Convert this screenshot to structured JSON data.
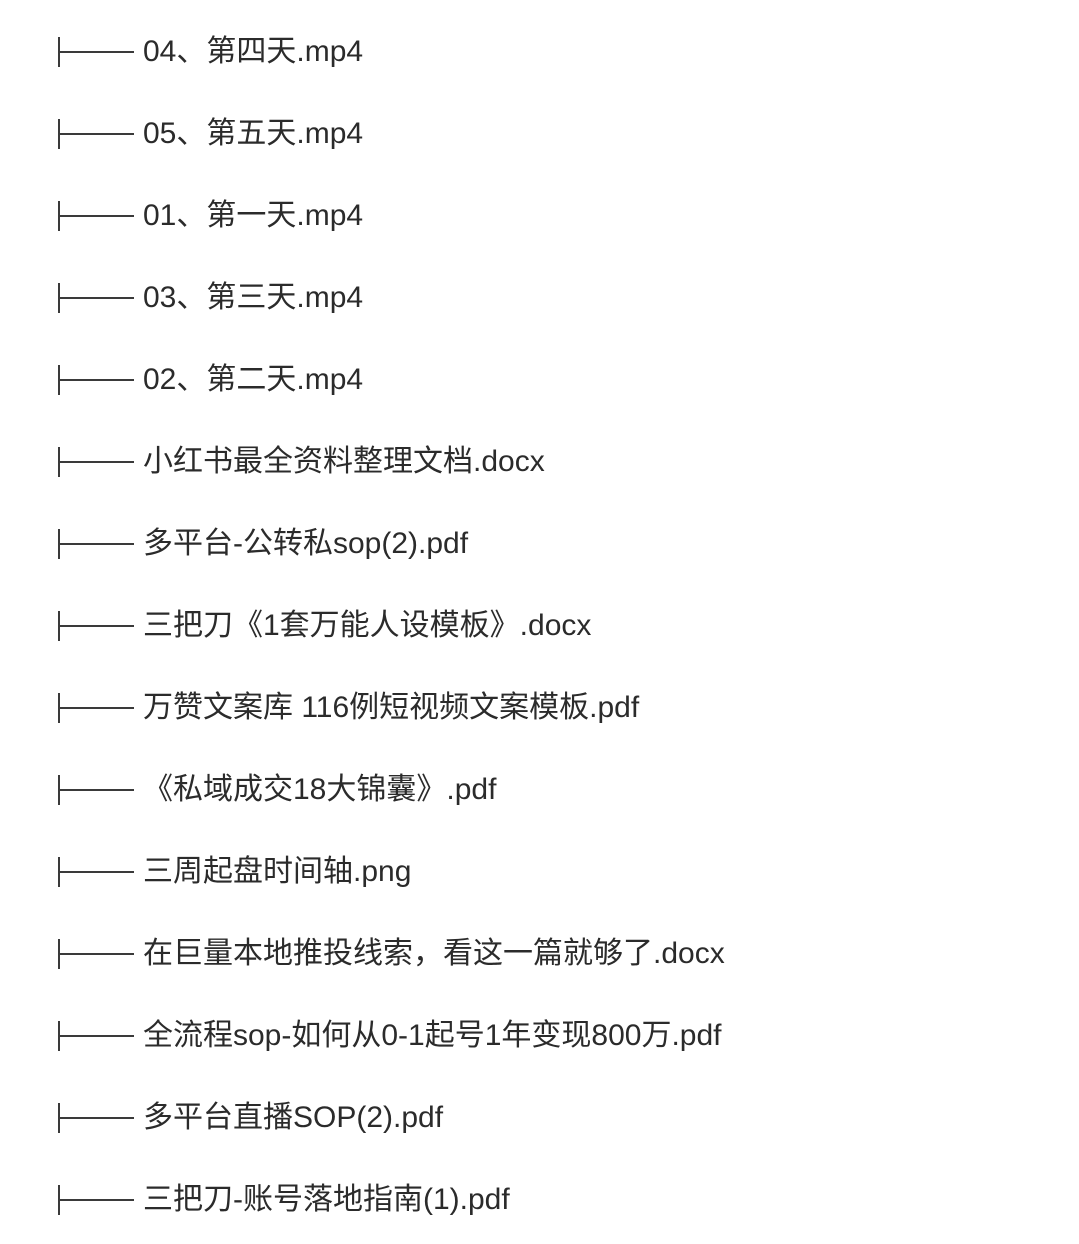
{
  "file_tree": {
    "connector_glyph": "├───",
    "items": [
      {
        "name": "04、第四天.mp4",
        "type": "mp4"
      },
      {
        "name": "05、第五天.mp4",
        "type": "mp4"
      },
      {
        "name": "01、第一天.mp4",
        "type": "mp4"
      },
      {
        "name": "03、第三天.mp4",
        "type": "mp4"
      },
      {
        "name": "02、第二天.mp4",
        "type": "mp4"
      },
      {
        "name": "小红书最全资料整理文档.docx",
        "type": "docx"
      },
      {
        "name": "多平台-公转私sop(2).pdf",
        "type": "pdf"
      },
      {
        "name": "三把刀《1套万能人设模板》.docx",
        "type": "docx"
      },
      {
        "name": "万赞文案库 116例短视频文案模板.pdf",
        "type": "pdf"
      },
      {
        "name": "《私域成交18大锦囊》.pdf",
        "type": "pdf"
      },
      {
        "name": "三周起盘时间轴.png",
        "type": "png"
      },
      {
        "name": "在巨量本地推投线索，看这一篇就够了.docx",
        "type": "docx"
      },
      {
        "name": "全流程sop-如何从0-1起号1年变现800万.pdf",
        "type": "pdf"
      },
      {
        "name": "多平台直播SOP(2).pdf",
        "type": "pdf"
      },
      {
        "name": "三把刀-账号落地指南(1).pdf",
        "type": "pdf"
      }
    ]
  },
  "colors": {
    "text": "#2b2b2b",
    "connector": "#3a3a3a",
    "background": "#ffffff"
  }
}
